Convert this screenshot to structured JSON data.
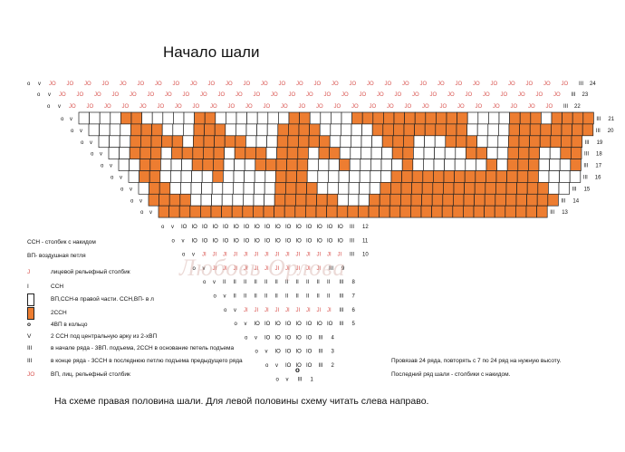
{
  "title": "Начало шали",
  "colors": {
    "orange": "#ED7D31",
    "grid_line": "#222222",
    "text": "#111111",
    "red_symbol": "#D9534F"
  },
  "legend": [
    {
      "symbol": "",
      "symbol_type": "none",
      "text": "ССН - столбик с накидом"
    },
    {
      "symbol": "",
      "symbol_type": "none",
      "text": "ВП- воздушная петля"
    },
    {
      "symbol": "J",
      "symbol_type": "red",
      "text": "лицевой рельефный столбик"
    },
    {
      "symbol": "I",
      "symbol_type": "text",
      "text": "ССН"
    },
    {
      "symbol": "",
      "symbol_type": "white-box",
      "text": "ВП,ССН-в правой части. ССН,ВП- в л"
    },
    {
      "symbol": "",
      "symbol_type": "orange-box",
      "text": "2ССН"
    },
    {
      "symbol": "o",
      "symbol_type": "bold",
      "text": "4ВП в кольцо"
    },
    {
      "symbol": "V",
      "symbol_type": "text",
      "text": "2 ССН под  центральную арку из 2-хВП"
    },
    {
      "symbol": "III",
      "symbol_type": "text",
      "text": "в начале ряда - 3ВП. подъема, 2ССН в  основание петель подъема"
    },
    {
      "symbol": "III",
      "symbol_type": "text",
      "text": "в конце ряда - 3ССН в последнюю петлю подъема предыдущего ряда"
    },
    {
      "symbol": "JO",
      "symbol_type": "red",
      "text": "ВП, лиц. рельефный столбик"
    }
  ],
  "notes": {
    "repeat": "Провязав 24 ряда, повторять с 7 по 24 ряд на нужную высоту.",
    "last_row": "Последний ряд шали - столбики с накидом."
  },
  "center_symbol": "o",
  "footer": "На схеме правая половина шали. Для левой половины схему читать слева направо.",
  "watermark": "Любовь Орлова",
  "rows": [
    {
      "n": "24",
      "start": "o",
      "pre": [
        "v"
      ],
      "main": "JO",
      "count": 30,
      "end": "III"
    },
    {
      "n": "23",
      "start": "o",
      "pre": [
        "v"
      ],
      "main": "JO",
      "count": 29,
      "end": "III"
    },
    {
      "n": "22",
      "start": "o",
      "pre": [
        "v"
      ],
      "main": "JO",
      "count": 28,
      "end": "III"
    },
    {
      "n": "21",
      "grid": true,
      "start": "o",
      "pre": [
        "v"
      ],
      "end": "III"
    },
    {
      "n": "20",
      "grid": true,
      "start": "o",
      "pre": [
        "v"
      ],
      "end": "III"
    },
    {
      "n": "19",
      "grid": true,
      "start": "o",
      "pre": [
        "v"
      ],
      "end": "III"
    },
    {
      "n": "18",
      "grid": true,
      "start": "o",
      "pre": [
        "v"
      ],
      "end": "III"
    },
    {
      "n": "17",
      "grid": true,
      "start": "o",
      "pre": [
        "v"
      ],
      "end": "III"
    },
    {
      "n": "16",
      "grid": true,
      "start": "o",
      "pre": [
        "v"
      ],
      "end": "III"
    },
    {
      "n": "15",
      "grid": true,
      "start": "o",
      "pre": [
        "v"
      ],
      "end": "III"
    },
    {
      "n": "14",
      "grid": true,
      "start": "o",
      "pre": [
        "v"
      ],
      "end": "III"
    },
    {
      "n": "13",
      "grid": true,
      "start": "o",
      "pre": [
        "v"
      ],
      "end": "III"
    },
    {
      "n": "12",
      "start": "o",
      "pre": [
        "v"
      ],
      "main": "IO",
      "count": 16,
      "end": "III"
    },
    {
      "n": "11",
      "start": "o",
      "pre": [
        "v"
      ],
      "main": "IO",
      "count": 15,
      "end": "III"
    },
    {
      "n": "10",
      "start": "o",
      "pre": [
        "v"
      ],
      "main": "JI",
      "count": 14,
      "end": "III"
    },
    {
      "n": "9",
      "start": "o",
      "pre": [
        "v"
      ],
      "main": "JI",
      "count": 11,
      "end": "III"
    },
    {
      "n": "8",
      "start": "o",
      "pre": [
        "v"
      ],
      "main": "II",
      "count": 11,
      "end": "III"
    },
    {
      "n": "7",
      "start": "o",
      "pre": [
        "v"
      ],
      "main": "II",
      "count": 10,
      "end": "III"
    },
    {
      "n": "6",
      "start": "o",
      "pre": [
        "v"
      ],
      "main": "JI",
      "count": 9,
      "end": "III"
    },
    {
      "n": "5",
      "start": "o",
      "pre": [
        "v"
      ],
      "main": "IO",
      "count": 8,
      "end": "III"
    },
    {
      "n": "4",
      "start": "o",
      "pre": [
        "v"
      ],
      "main": "IO",
      "count": 5,
      "end": "III"
    },
    {
      "n": "3",
      "start": "o",
      "pre": [
        "v"
      ],
      "main": "IO",
      "count": 4,
      "end": "III"
    },
    {
      "n": "2",
      "start": "o",
      "pre": [
        "v"
      ],
      "main": "IO",
      "count": 3,
      "end": "III"
    },
    {
      "n": "1",
      "start": "o",
      "pre": [
        "v"
      ],
      "main": "",
      "count": 0,
      "end": "III"
    }
  ],
  "grid_pattern": [
    "....oo.....oo.......oo....ooooooooooo....ooo.oooo",
    "....ooo...ooo.....oooo.....ooooooooo....oooooooo",
    "...ooooo.ooooo...ooooo.....ooo...ooo...ooooooo",
    "..ooo.ooooo.ooo.ooo.oo.....oo.....oo..ooo..oo",
    "..oo...ooo...ooooo...o.....o.......o.ooo...o",
    ".oo.....o.....ooo........oooooooooooooo....",
    ".oo..........oooo......oooooooooooooooo..",
    "oooo........oooooo...oooooooooooooooooo",
    "ooooooooooooooooooooooooooooooooooooo"
  ]
}
